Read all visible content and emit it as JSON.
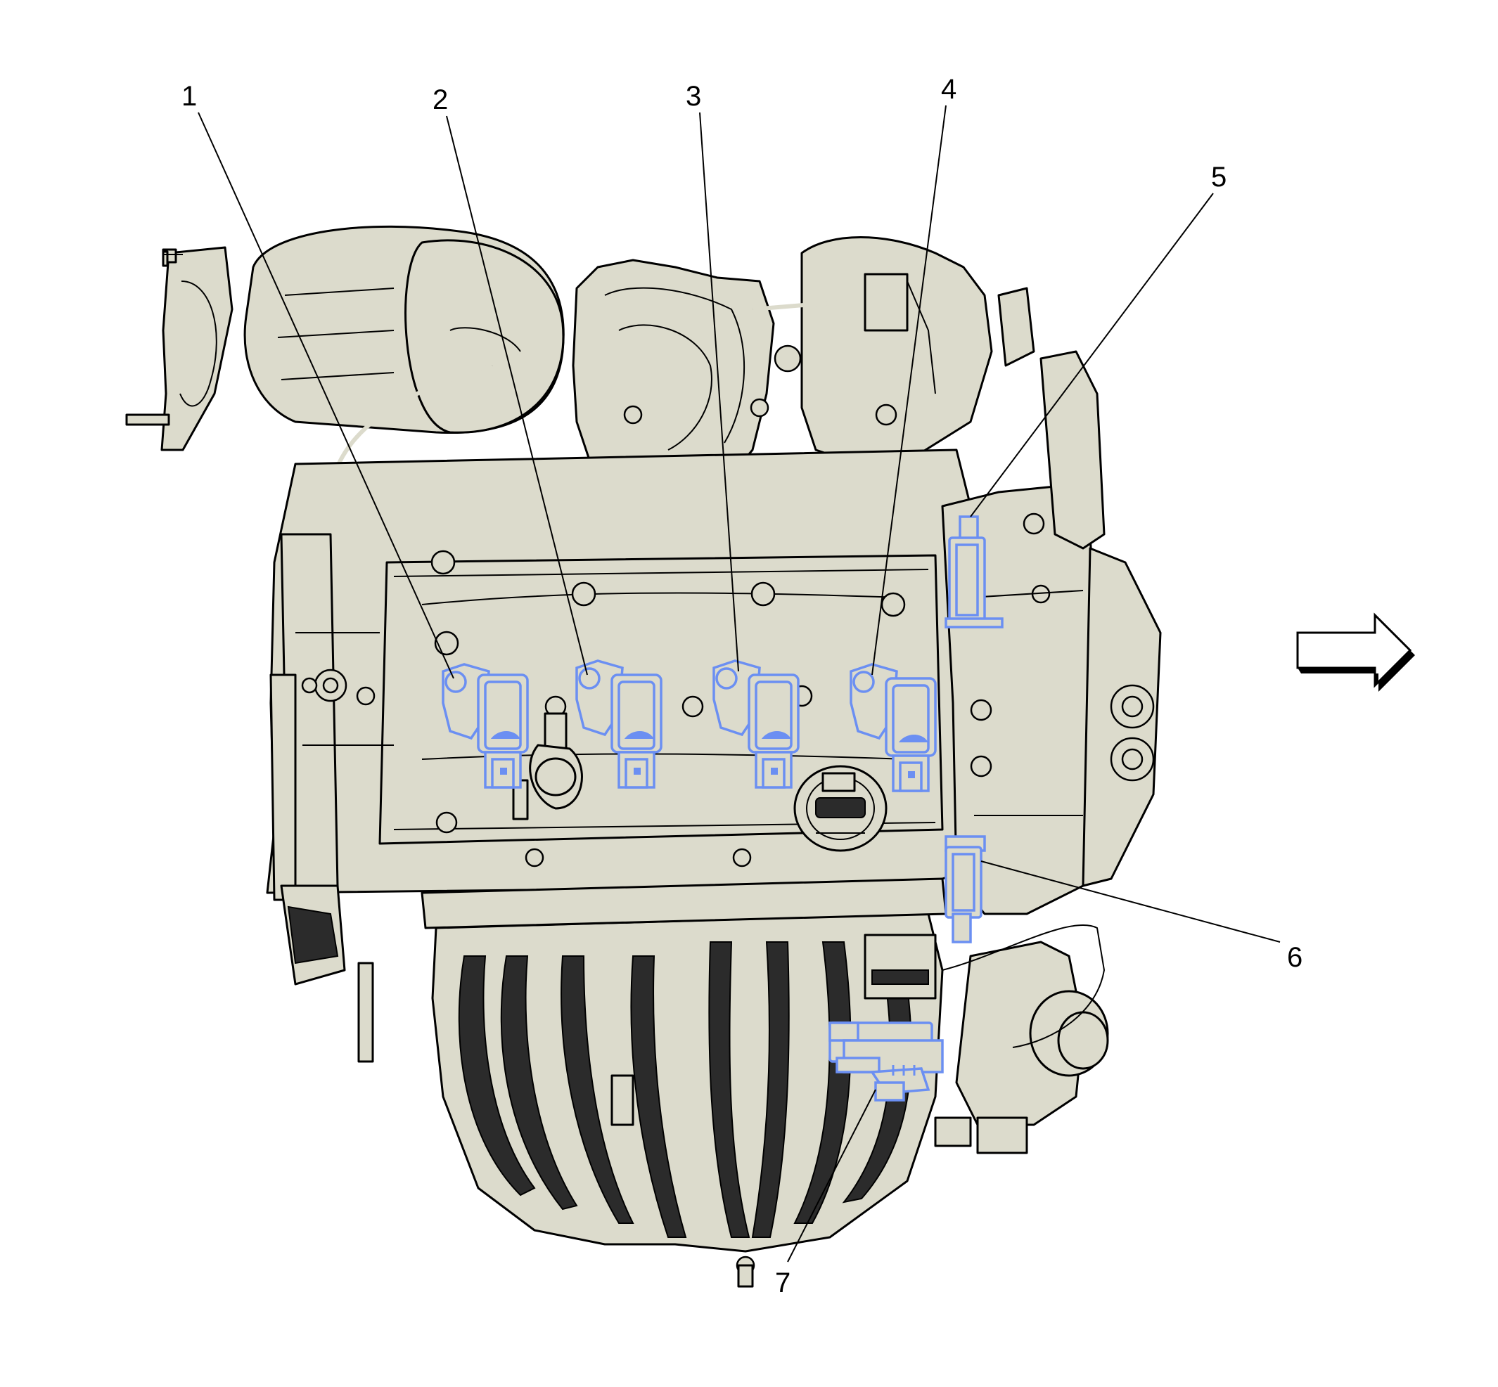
{
  "diagram": {
    "callouts": [
      {
        "id": "1",
        "label": "1"
      },
      {
        "id": "2",
        "label": "2"
      },
      {
        "id": "3",
        "label": "3"
      },
      {
        "id": "4",
        "label": "4"
      },
      {
        "id": "5",
        "label": "5"
      },
      {
        "id": "6",
        "label": "6"
      },
      {
        "id": "7",
        "label": "7"
      }
    ],
    "direction_arrow": "right-arrow-icon",
    "colors": {
      "engine_body": "#dcdbcc",
      "highlight": "#6b8ff2",
      "outline": "#000000",
      "shadow": "#2b2b2b"
    }
  }
}
